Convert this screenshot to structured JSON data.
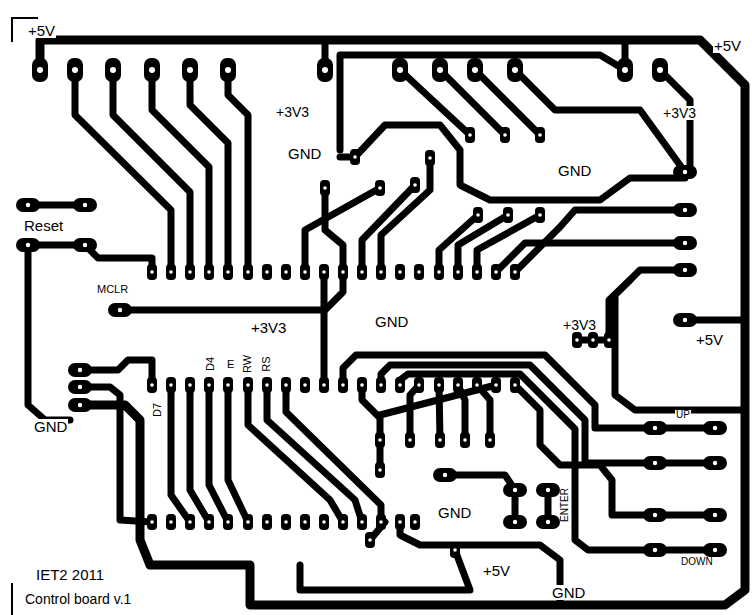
{
  "diagram": {
    "labels": [
      "+5V",
      "+5V",
      "+3V3",
      "+3V3",
      "GND",
      "GND",
      "Reset",
      "MCLR",
      "+3V3",
      "GND",
      "+3V3",
      "+5V",
      "D4",
      "E",
      "RW",
      "RS",
      "D7",
      "GND",
      "UP",
      "ENTER",
      "GND",
      "+5V",
      "GND",
      "DOWN",
      "IET2 2011",
      "Control board v.1"
    ]
  }
}
